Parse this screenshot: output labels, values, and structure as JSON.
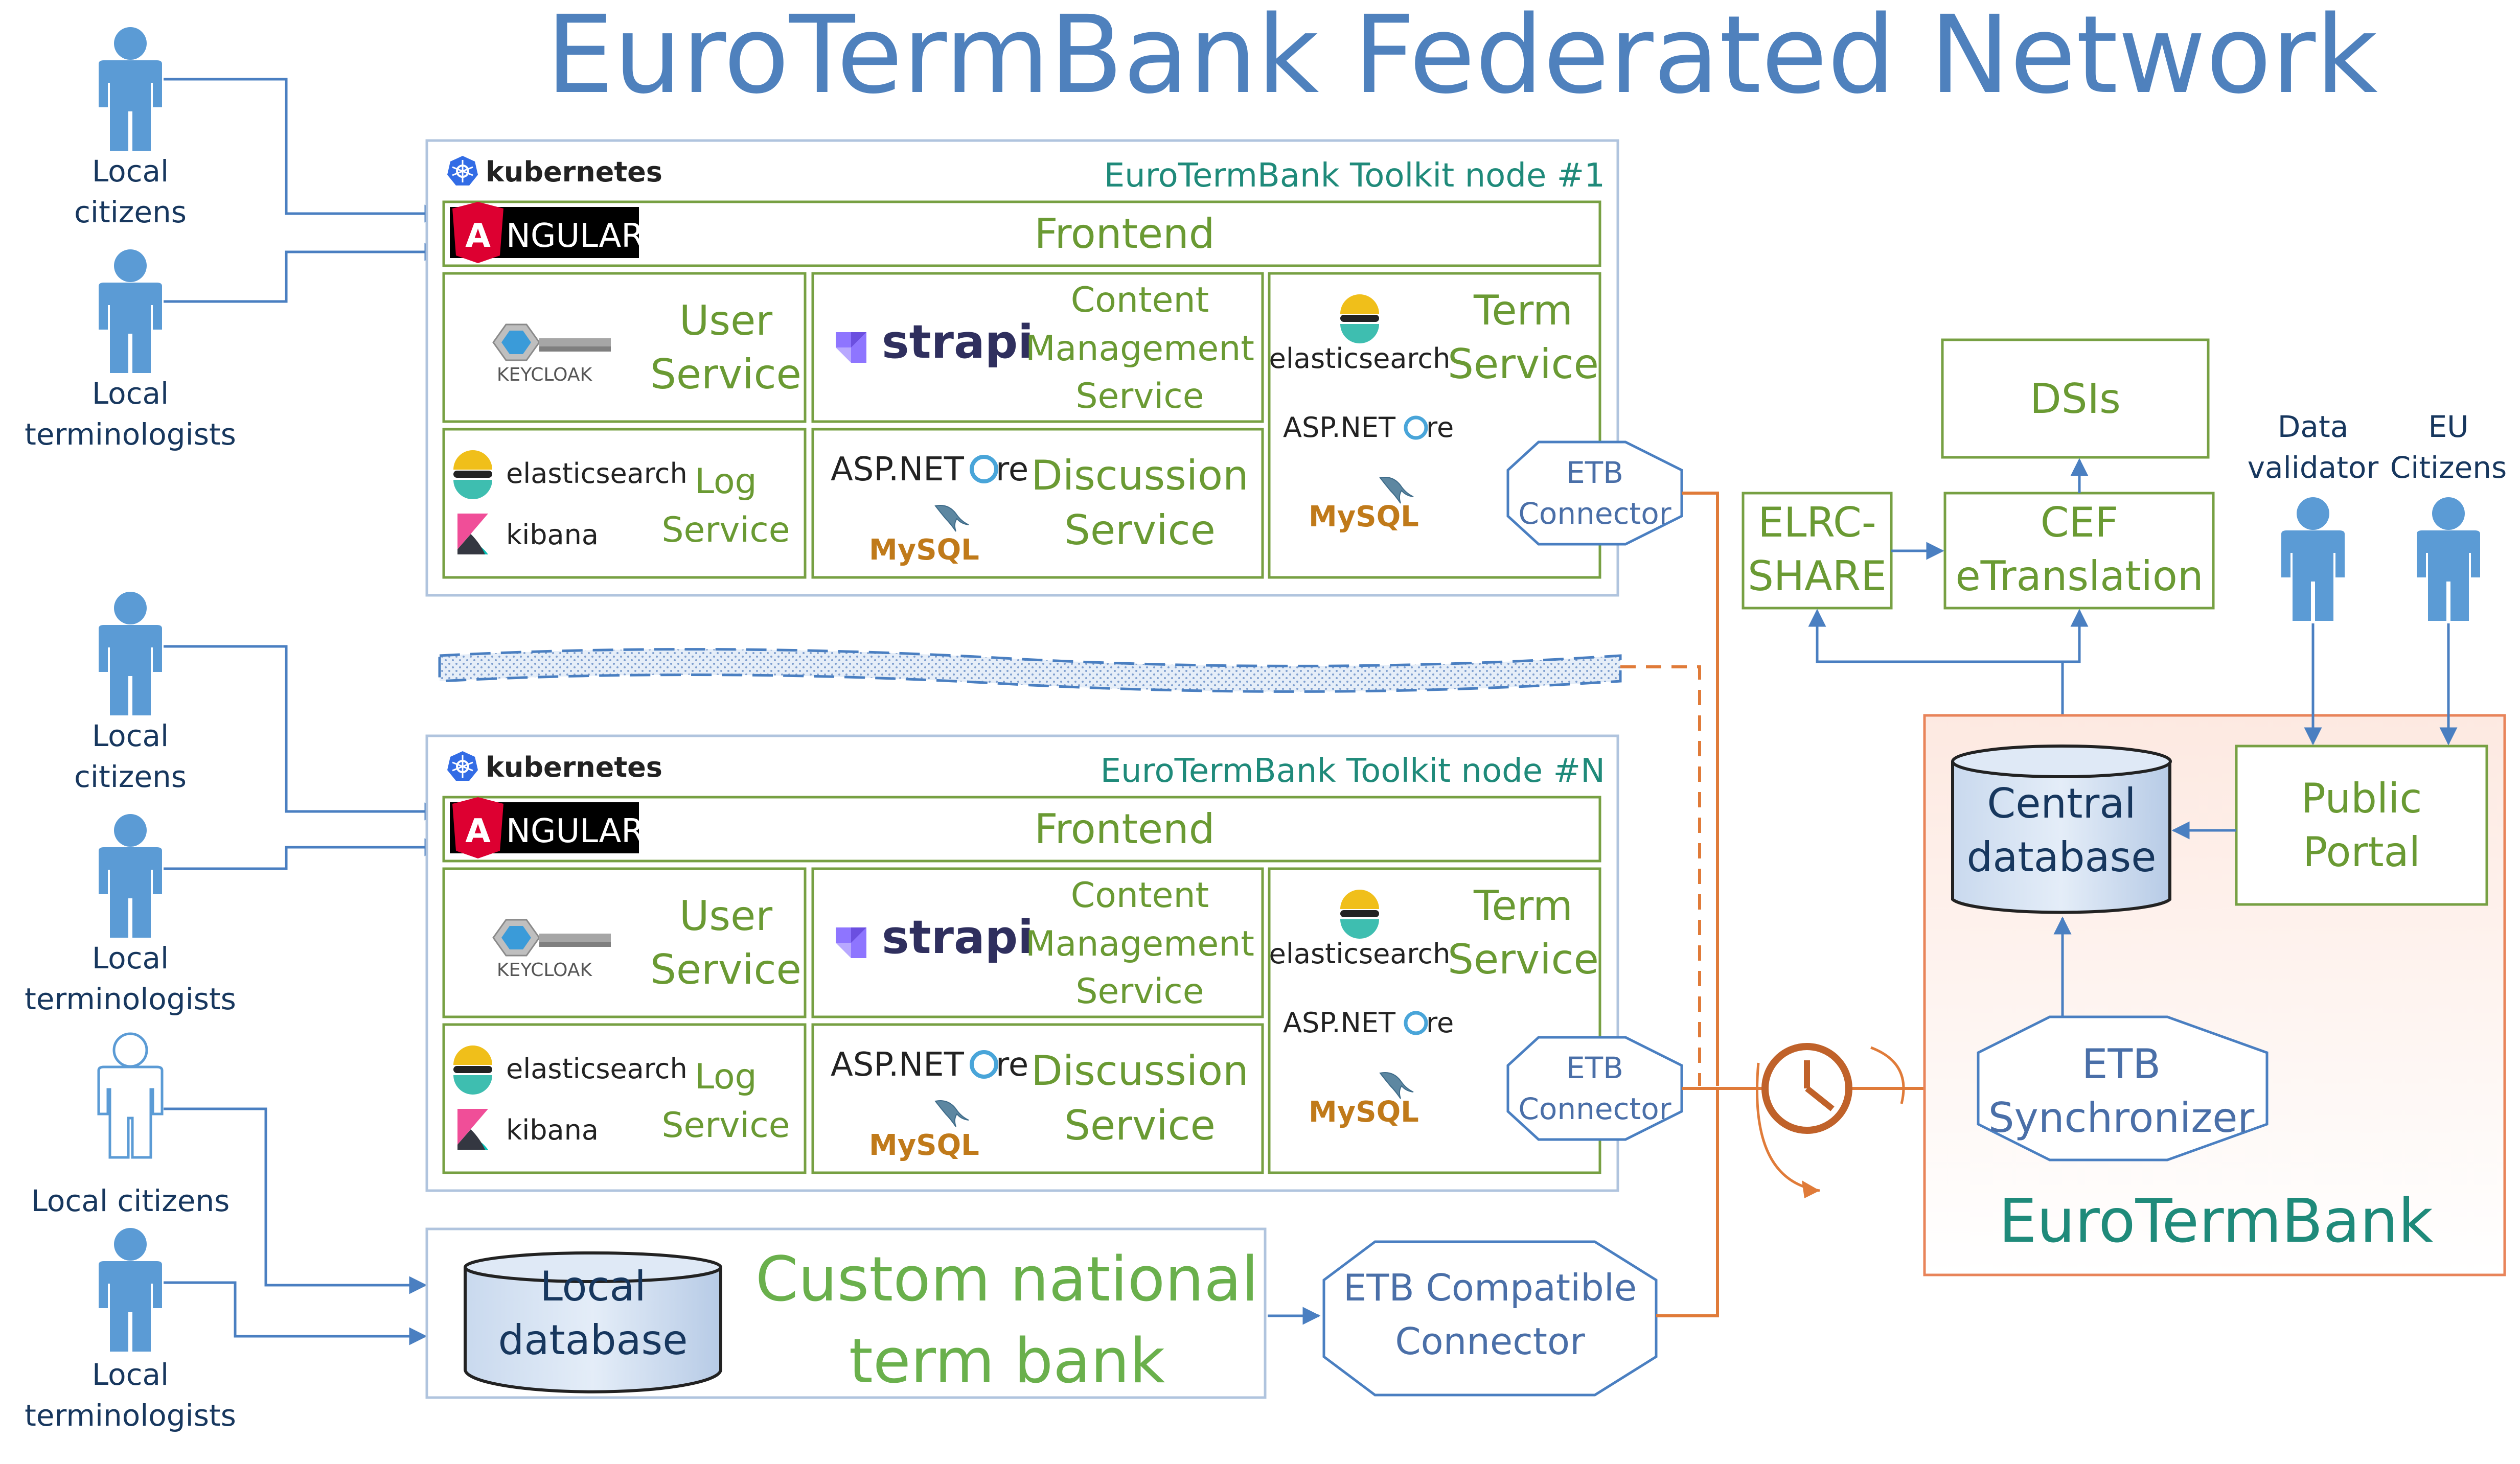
{
  "title": "EuroTermBank Federated Network",
  "people": {
    "local_citizens": [
      "Local",
      "citizens"
    ],
    "local_terminologists": [
      "Local",
      "terminologists"
    ],
    "local_citizens_single": "Local citizens",
    "data_validator": [
      "Data",
      "validator"
    ],
    "eu_citizens": [
      "EU",
      "Citizens"
    ]
  },
  "node1": {
    "platform": "kubernetes",
    "name": "EuroTermBank Toolkit node #1"
  },
  "nodeN": {
    "platform": "kubernetes",
    "name": "EuroTermBank Toolkit node #N"
  },
  "node_components": {
    "frontend_logo_a": "A",
    "frontend_logo": "NGULAR",
    "frontend": "Frontend",
    "user_service": [
      "User",
      "Service"
    ],
    "keycloak": "KEYCLOAK",
    "strapi": "strapi",
    "content_management": [
      "Content",
      "Management",
      "Service"
    ],
    "elasticsearch": "elasticsearch",
    "term_service": [
      "Term",
      "Service"
    ],
    "aspnet_logo": "ASP.NET",
    "aspnet_core": "re",
    "mysql": "MySQL",
    "kibana": "kibana",
    "log_service": [
      "Log",
      "Service"
    ],
    "discussion_service": [
      "Discussion",
      "Service"
    ],
    "etb_connector": [
      "ETB",
      "Connector"
    ]
  },
  "custom_bank": {
    "local_database": [
      "Local",
      "database"
    ],
    "name": [
      "Custom national",
      "term bank"
    ],
    "connector": [
      "ETB Compatible",
      "Connector"
    ]
  },
  "right": {
    "dsis": "DSIs",
    "elrc": [
      "ELRC-",
      "SHARE"
    ],
    "cef": [
      "CEF",
      "eTranslation"
    ],
    "central_database": [
      "Central",
      "database"
    ],
    "public_portal": [
      "Public",
      "Portal"
    ],
    "synchronizer": [
      "ETB",
      "Synchronizer"
    ],
    "eurotermbank": "EuroTermBank"
  },
  "colors": {
    "title_blue": "#4f81bd",
    "green_border": "#77a043",
    "green_text": "#6a9a33",
    "teal_text": "#1f8a7a",
    "person_blue": "#5b9bd5",
    "arrow_blue": "#4a7fc1",
    "orange": "#e07b39",
    "etb_orange_border": "#e8845a"
  }
}
